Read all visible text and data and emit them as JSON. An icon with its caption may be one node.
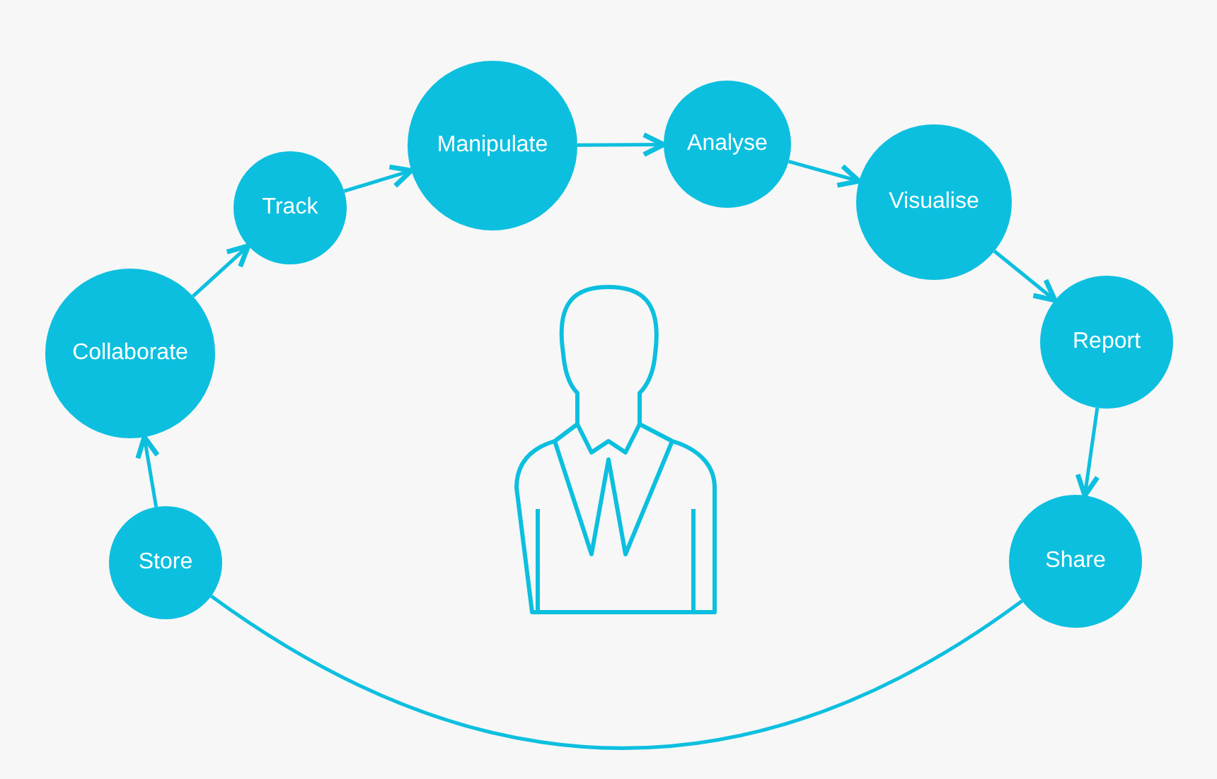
{
  "diagram": {
    "nodes": [
      {
        "text": [
          "Store"
        ]
      },
      {
        "text": [
          "Collaborate"
        ]
      },
      {
        "text": [
          "Track"
        ]
      },
      {
        "text": [
          "Manipulate"
        ]
      },
      {
        "text": [
          "Analyse"
        ]
      },
      {
        "text": [
          "Visualise"
        ]
      },
      {
        "text": [
          "Report"
        ]
      },
      {
        "text": [
          "Share"
        ]
      }
    ],
    "edges": [
      {
        "from": 0,
        "to": 1,
        "arrow": "to"
      },
      {
        "from": 1,
        "to": 2,
        "arrow": "to"
      },
      {
        "from": 2,
        "to": 3,
        "arrow": "to"
      },
      {
        "from": 3,
        "to": 4,
        "arrow": "to"
      },
      {
        "from": 4,
        "to": 5,
        "arrow": "to"
      },
      {
        "from": 5,
        "to": 6,
        "arrow": "to"
      },
      {
        "from": 6,
        "to": 7,
        "arrow": "to"
      },
      {
        "from": 7,
        "to": 0,
        "arrow": "none"
      }
    ]
  }
}
